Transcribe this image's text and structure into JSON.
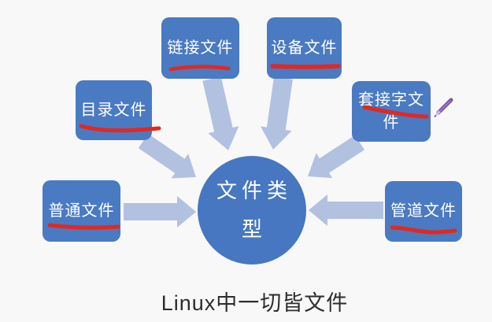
{
  "diagram": {
    "center": {
      "label": "文件类型",
      "line1": "文件类",
      "line2": "型"
    },
    "nodes": [
      {
        "id": "link-file",
        "label": "链接文件"
      },
      {
        "id": "device-file",
        "label": "设备文件"
      },
      {
        "id": "directory-file",
        "label": "目录文件"
      },
      {
        "id": "socket-file",
        "label": "套接字文件",
        "line1": "套接字文",
        "line2": "件"
      },
      {
        "id": "regular-file",
        "label": "普通文件"
      },
      {
        "id": "pipe-file",
        "label": "管道文件"
      }
    ],
    "caption": "Linux中一切皆文件"
  },
  "annotations": {
    "underlines": "red-marker-strokes-under-each-node-label",
    "cursor": "pencil-icon"
  },
  "colors": {
    "node_fill": "#4a7ac2",
    "center_fill": "#4677c0",
    "arrow_fill": "#b2c1e0",
    "node_text": "#ffffff",
    "caption_text": "#2d2d2d",
    "marker_red": "#e2281f",
    "pencil_purple": "#7b56a8",
    "background": "#f8f8f8"
  }
}
